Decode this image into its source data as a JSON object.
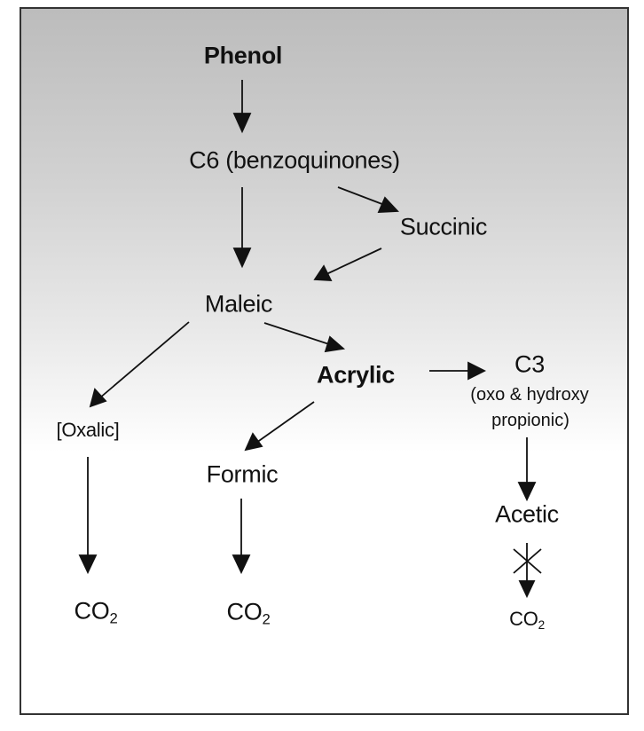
{
  "diagram": {
    "type": "reaction-pathway",
    "background": {
      "gradient_top": "#bcbcbc",
      "gradient_bottom": "#ffffff",
      "border": "#333333"
    },
    "nodes": {
      "phenol": {
        "label": "Phenol",
        "bold": true
      },
      "c6": {
        "label": "C6 (benzoquinones)"
      },
      "succinic": {
        "label": "Succinic"
      },
      "maleic": {
        "label": "Maleic"
      },
      "acrylic": {
        "label": "Acrylic",
        "bold": true
      },
      "c3": {
        "label": "C3",
        "detail_line1": "(oxo & hydroxy",
        "detail_line2": "propionic)"
      },
      "oxalic": {
        "label": "[Oxalic]"
      },
      "formic": {
        "label": "Formic"
      },
      "acetic": {
        "label": "Acetic"
      },
      "co2_oxalic": {
        "label": "CO",
        "subscript": "2"
      },
      "co2_formic": {
        "label": "CO",
        "subscript": "2"
      },
      "co2_acetic": {
        "label": "CO",
        "subscript": "2"
      }
    },
    "edges": [
      {
        "from": "Phenol",
        "to": "C6 (benzoquinones)"
      },
      {
        "from": "C6 (benzoquinones)",
        "to": "Maleic"
      },
      {
        "from": "C6 (benzoquinones)",
        "to": "Succinic"
      },
      {
        "from": "Succinic",
        "to": "Maleic"
      },
      {
        "from": "Maleic",
        "to": "[Oxalic]"
      },
      {
        "from": "Maleic",
        "to": "Acrylic"
      },
      {
        "from": "Acrylic",
        "to": "C3"
      },
      {
        "from": "Acrylic",
        "to": "Formic"
      },
      {
        "from": "C3",
        "to": "Acetic"
      },
      {
        "from": "[Oxalic]",
        "to": "CO2"
      },
      {
        "from": "Formic",
        "to": "CO2"
      },
      {
        "from": "Acetic",
        "to": "CO2",
        "blocked": true,
        "marker": "X"
      }
    ]
  }
}
